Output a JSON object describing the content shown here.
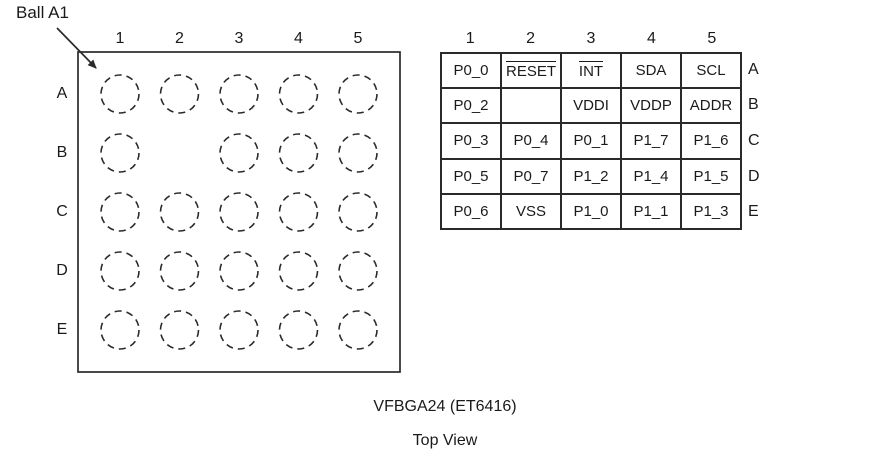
{
  "figure": {
    "pointer_label": "Ball A1",
    "caption_line1": "VFBGA24 (ET6416)",
    "caption_line2": "Top View"
  },
  "ball_grid": {
    "column_labels": [
      "1",
      "2",
      "3",
      "4",
      "5"
    ],
    "row_labels": [
      "A",
      "B",
      "C",
      "D",
      "E"
    ],
    "missing_balls": [
      "B2"
    ]
  },
  "pin_table": {
    "column_labels": [
      "1",
      "2",
      "3",
      "4",
      "5"
    ],
    "row_labels": [
      "A",
      "B",
      "C",
      "D",
      "E"
    ],
    "cells": [
      [
        "P0_0",
        "RESET",
        "INT",
        "SDA",
        "SCL"
      ],
      [
        "P0_2",
        "",
        "VDDI",
        "VDDP",
        "ADDR"
      ],
      [
        "P0_3",
        "P0_4",
        "P0_1",
        "P1_7",
        "P1_6"
      ],
      [
        "P0_5",
        "P0_7",
        "P1_2",
        "P1_4",
        "P1_5"
      ],
      [
        "P0_6",
        "VSS",
        "P1_0",
        "P1_1",
        "P1_3"
      ]
    ],
    "overline_cells": [
      "A2",
      "A3"
    ]
  },
  "colors": {
    "line": "#2a2a2a",
    "text": "#1a1a1a",
    "background": "#ffffff"
  }
}
